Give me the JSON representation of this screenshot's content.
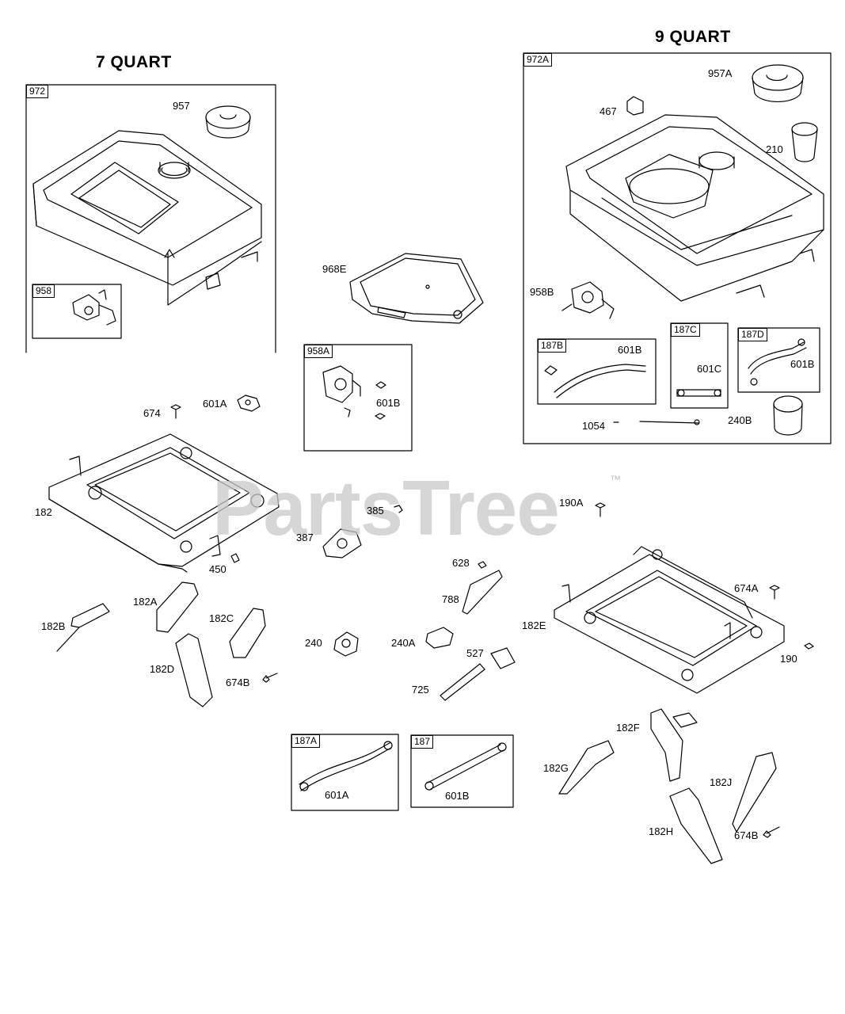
{
  "headings": {
    "left": "7 QUART",
    "right": "9 QUART"
  },
  "watermark": {
    "text": "PartsTree",
    "tm": "™"
  },
  "box_tags": {
    "b972": "972",
    "b958": "958",
    "b958A": "958A",
    "b972A": "972A",
    "b187B": "187B",
    "b187C": "187C",
    "b187D": "187D",
    "b187A": "187A",
    "b187": "187"
  },
  "callouts": {
    "c957": "957",
    "c968E": "968E",
    "c601B_958A": "601B",
    "c674": "674",
    "c601A": "601A",
    "c182": "182",
    "c450": "450",
    "c385": "385",
    "c387": "387",
    "c182A": "182A",
    "c182B": "182B",
    "c182C": "182C",
    "c182D": "182D",
    "c674B_left": "674B",
    "c240": "240",
    "c240A": "240A",
    "c628": "628",
    "c788": "788",
    "c527": "527",
    "c725": "725",
    "c601A_187A": "601A",
    "c601B_187": "601B",
    "c957A": "957A",
    "c467": "467",
    "c210": "210",
    "c958B": "958B",
    "c601B_187B": "601B",
    "c601C": "601C",
    "c601B_187D": "601B",
    "c1054": "1054",
    "c240B": "240B",
    "c190A": "190A",
    "c674A": "674A",
    "c182E": "182E",
    "c190": "190",
    "c182F": "182F",
    "c182G": "182G",
    "c182J": "182J",
    "c182H": "182H",
    "c674B_right": "674B"
  }
}
